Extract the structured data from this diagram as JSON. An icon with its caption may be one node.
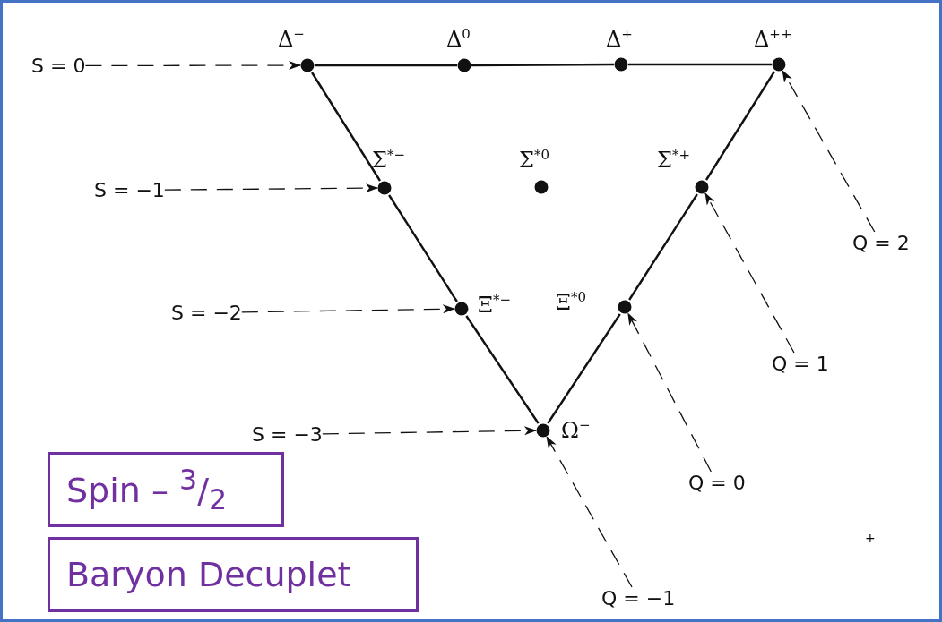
{
  "diagram": {
    "nodes": [
      {
        "text": [],
        "shape": "circle",
        "beside": [
          "Δ$^{−}$"
        ]
      },
      {
        "text": [],
        "shape": "circle",
        "beside": [
          "Δ$^{0}$"
        ]
      },
      {
        "text": [],
        "shape": "circle",
        "beside": [
          "Δ$^{+}$"
        ]
      },
      {
        "text": [],
        "shape": "circle",
        "beside": [
          "Δ$^{++}$"
        ]
      },
      {
        "text": [],
        "shape": "circle",
        "beside": [
          "Σ$^{*−}$"
        ]
      },
      {
        "text": [],
        "shape": "circle",
        "beside": [
          "Σ$^{*0}$"
        ]
      },
      {
        "text": [],
        "shape": "circle",
        "beside": [
          "Σ$^{*+}$"
        ]
      },
      {
        "text": [],
        "shape": "circle",
        "beside": [
          "Ξ$^{*−}$"
        ]
      },
      {
        "text": [],
        "shape": "circle",
        "beside": [
          "Ξ$^{*0}$"
        ]
      },
      {
        "text": [],
        "shape": "circle",
        "beside": [
          "Ω$^{−}$"
        ]
      },
      {
        "text": [
          "S = 0"
        ]
      },
      {
        "text": [
          "S = −1"
        ]
      },
      {
        "text": [
          "S = −2"
        ]
      },
      {
        "text": [
          "S = −3"
        ]
      },
      {
        "text": [
          "Q = 2"
        ]
      },
      {
        "text": [
          "Q = 1"
        ]
      },
      {
        "text": [
          "Q = 0"
        ]
      },
      {
        "text": [
          "Q = −1"
        ]
      },
      {
        "text": [
          "Spin – $^{3}$/$_{2}$"
        ]
      },
      {
        "text": [
          "Baryon Decuplet"
        ]
      }
    ],
    "edges": [
      {
        "from": 0,
        "to": 1,
        "arrow": "none"
      },
      {
        "from": 1,
        "to": 2,
        "arrow": "none"
      },
      {
        "from": 2,
        "to": 3,
        "arrow": "none"
      },
      {
        "from": 0,
        "to": 4,
        "arrow": "none"
      },
      {
        "from": 4,
        "to": 7,
        "arrow": "none"
      },
      {
        "from": 7,
        "to": 9,
        "arrow": "none"
      },
      {
        "from": 9,
        "to": 8,
        "arrow": "none"
      },
      {
        "from": 8,
        "to": 6,
        "arrow": "none"
      },
      {
        "from": 6,
        "to": 3,
        "arrow": "none"
      },
      {
        "from": 10,
        "to": 0,
        "arrow": "to",
        "style": "dashed"
      },
      {
        "from": 11,
        "to": 4,
        "arrow": "to",
        "style": "dashed"
      },
      {
        "from": 12,
        "to": 7,
        "arrow": "to",
        "style": "dashed"
      },
      {
        "from": 13,
        "to": 9,
        "arrow": "to",
        "style": "dashed"
      },
      {
        "from": 14,
        "to": 3,
        "arrow": "to",
        "style": "dashed"
      },
      {
        "from": 15,
        "to": 6,
        "arrow": "to",
        "style": "dashed"
      },
      {
        "from": 16,
        "to": 8,
        "arrow": "to",
        "style": "dashed"
      },
      {
        "from": 17,
        "to": 9,
        "arrow": "to",
        "style": "dashed"
      }
    ],
    "labels": [
      "+"
    ]
  }
}
